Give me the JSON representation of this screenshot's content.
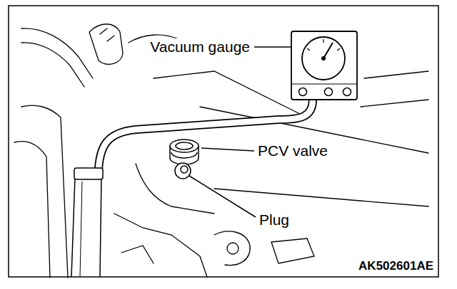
{
  "diagram": {
    "labels": [
      "Vacuum gauge",
      "PCV valve",
      "Plug",
      "AK502601AE"
    ]
  }
}
